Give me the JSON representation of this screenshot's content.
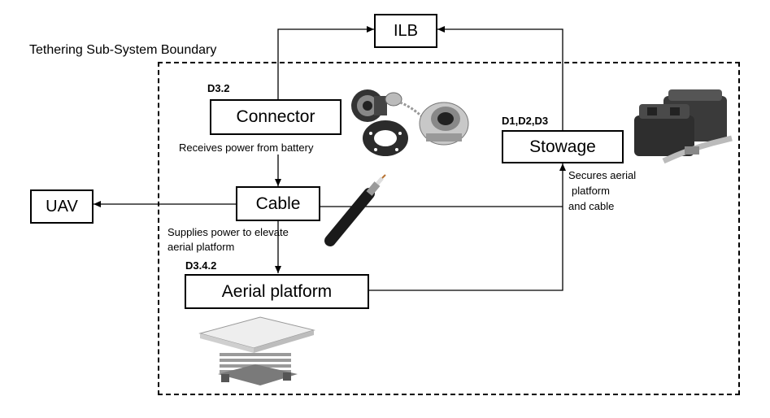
{
  "boundary_label": "Tethering Sub-System Boundary",
  "boxes": {
    "ilb": "ILB",
    "connector": "Connector",
    "cable": "Cable",
    "uav": "UAV",
    "stowage": "Stowage",
    "aerial_platform": "Aerial platform"
  },
  "tags": {
    "connector": "D3.2",
    "stowage": "D1,D2,D3",
    "aerial_platform": "D3.4.2"
  },
  "annotations": {
    "connector_note": "Receives power from battery",
    "cable_note_line1": "Supplies power to elevate",
    "cable_note_line2": "aerial platform",
    "stowage_note_line1": "Secures aerial",
    "stowage_note_line2": "platform",
    "stowage_note_line3": "and cable"
  },
  "icons": {
    "connector_image": "connector-hardware-icon",
    "cable_image": "coaxial-cable-icon",
    "stowage_image": "battery-box-icon",
    "platform_image": "scissor-lift-platform-icon"
  }
}
